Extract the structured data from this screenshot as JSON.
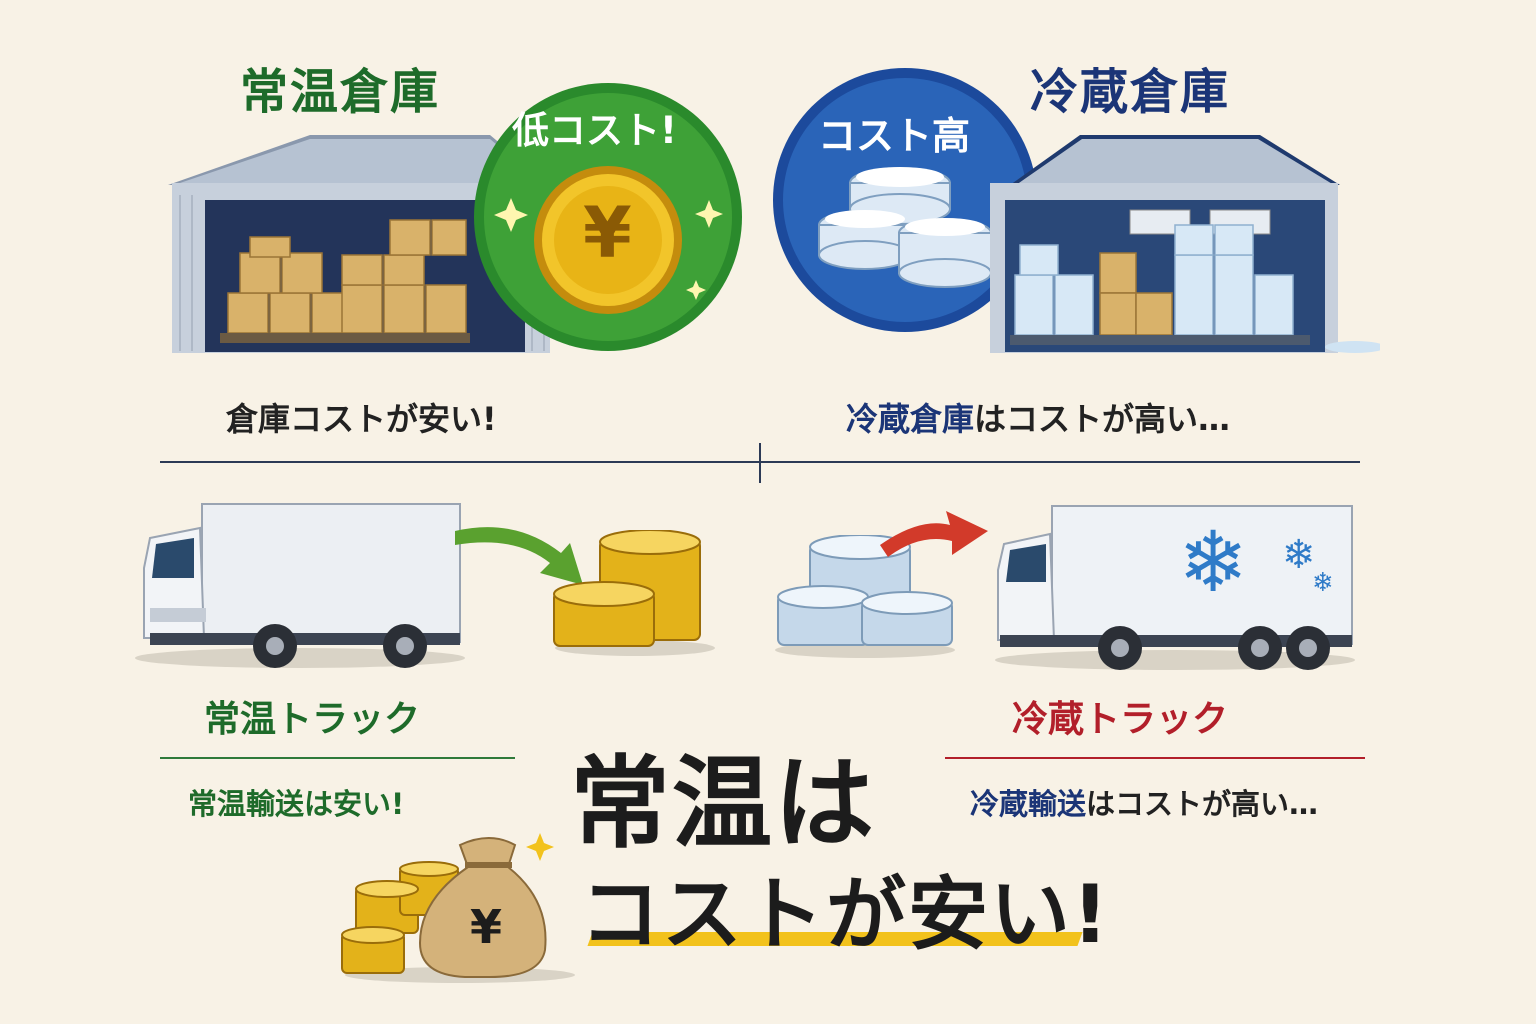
{
  "warehouse_left": {
    "title": "常温倉庫",
    "badge": "低コスト!",
    "coin_symbol": "¥",
    "caption": "倉庫コストが安い!"
  },
  "warehouse_right": {
    "title": "冷蔵倉庫",
    "badge": "コスト高",
    "caption_highlight": "冷蔵倉庫",
    "caption_rest": "はコストが高い…"
  },
  "truck_left": {
    "label": "常温トラック",
    "caption": "常温輸送は安い!"
  },
  "truck_right": {
    "label": "冷蔵トラック",
    "caption_highlight": "冷蔵輸送",
    "caption_rest": "はコストが高い…"
  },
  "slogan": {
    "line1": "常温は",
    "line2": "コストが安い!",
    "bag_symbol": "¥"
  },
  "colors": {
    "background": "#f8f2e6",
    "green": "#1e6b2a",
    "navy": "#1b3577",
    "red": "#b21f2a",
    "gold": "#e3b21a",
    "ice": "#cfe3f3"
  }
}
